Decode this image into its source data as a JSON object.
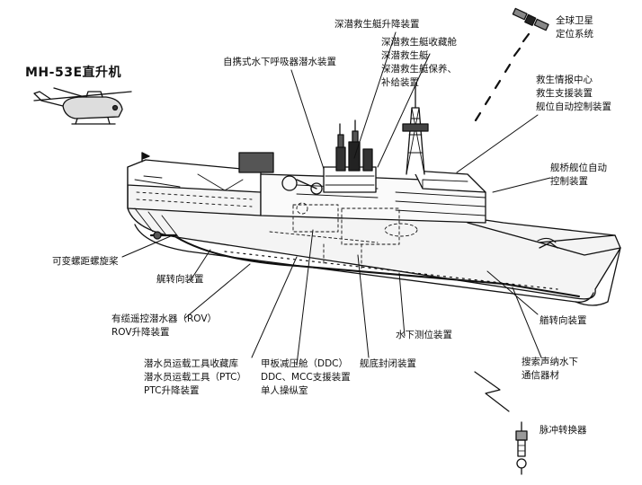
{
  "helicopter": "MH-53E直升机",
  "labels": {
    "satellite": [
      "全球卫星",
      "定位系统"
    ],
    "hatch_lift": "深潜救生艇升降装置",
    "dsrv": [
      "深潜救生艇收藏舱",
      "深潜救生艇",
      "深潜救生艇保养、",
      "补给装置"
    ],
    "breathing": "自携式水下呼吸器潜水装置",
    "rescue_center": [
      "救生情报中心",
      "救生支援装置",
      "舰位自动控制装置"
    ],
    "bridge_ctrl": [
      "舰桥舰位自动",
      "控制装置"
    ],
    "propeller": "可变螺距螺旋桨",
    "stern_thruster": "艉转向装置",
    "rov": [
      "有缆遥控潜水器（ROV）",
      "ROV升降装置"
    ],
    "ptc": [
      "潜水员运载工具收藏库",
      "潜水员运载工具（PTC）",
      "PTC升降装置"
    ],
    "ddc": [
      "甲板减压舱（DDC）",
      "DDC、MCC支援装置",
      "单人操纵室"
    ],
    "bottom_seal": "舰底封闭装置",
    "underwater_pos": "水下测位装置",
    "bow_thruster": "艏转向装置",
    "sonar": [
      "搜索声纳水下",
      "通信器材"
    ],
    "transponder": "脉冲转换器"
  }
}
